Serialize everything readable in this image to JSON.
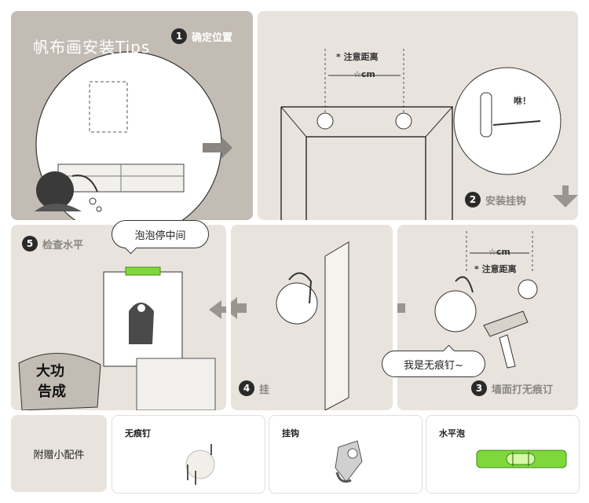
{
  "title": "帆布画安装Tips",
  "steps": [
    {
      "num": "1",
      "label": "确定位置"
    },
    {
      "num": "2",
      "label": "安装挂钩"
    },
    {
      "num": "3",
      "label": "墙面打无痕订"
    },
    {
      "num": "4",
      "label": "挂"
    },
    {
      "num": "5",
      "label": "检查水平"
    }
  ],
  "notes": {
    "distance": "* 注意距离",
    "unit_top": "☆cm",
    "unit_bottom": "☆cm",
    "exclaim": "咻！"
  },
  "bubbles": {
    "center": "泡泡停中间",
    "nail": "我是无痕钉~"
  },
  "stamp": {
    "line1": "大功",
    "line2": "告成"
  },
  "accessories": {
    "title": "附赠小配件",
    "items": [
      {
        "label": "无痕钉"
      },
      {
        "label": "挂钩"
      },
      {
        "label": "水平泡"
      }
    ]
  },
  "colors": {
    "panel_dark": "#c3bcb4",
    "panel_light": "#e8e3dd",
    "level_green": "#7fd83a"
  }
}
